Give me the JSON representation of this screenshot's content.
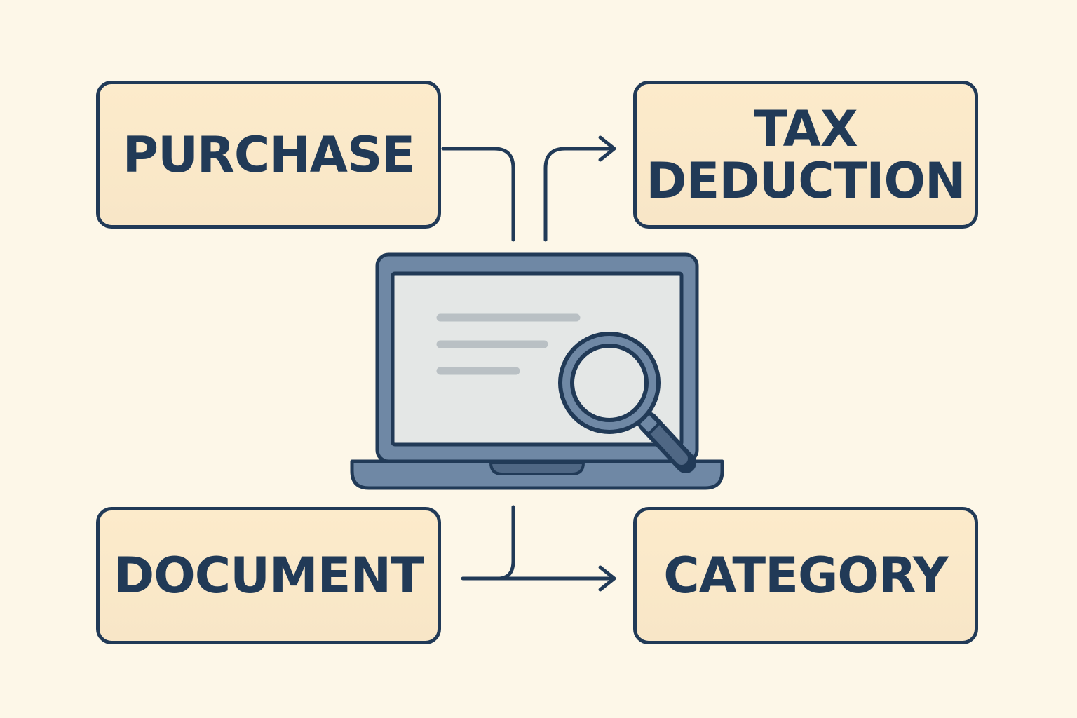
{
  "boxes": {
    "purchase": "PURCHASE",
    "tax_deduction_line1": "TAX",
    "tax_deduction_line2": "DEDUCTION",
    "document": "DOCUMENT",
    "category": "CATEGORY"
  },
  "icons": [
    "laptop-icon",
    "magnifying-glass-icon"
  ],
  "colors": {
    "background": "#fdf7e8",
    "box_fill": "#fbe9c9",
    "outline": "#213a57",
    "laptop_body": "#6f88a5",
    "screen": "#e4e7e6",
    "text_lines": "#b9c0c4"
  }
}
